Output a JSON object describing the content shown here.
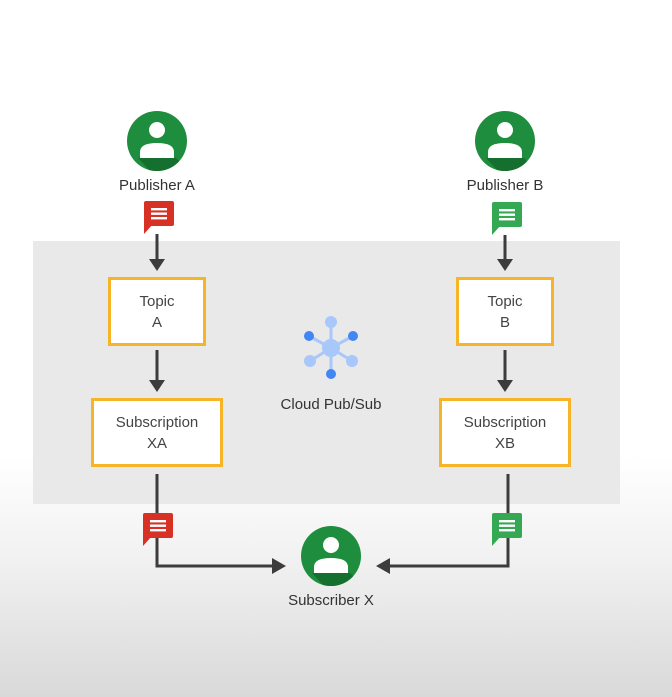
{
  "publishers": [
    {
      "label": "Publisher A"
    },
    {
      "label": "Publisher B"
    }
  ],
  "topics": [
    {
      "line1": "Topic",
      "line2": "A"
    },
    {
      "line1": "Topic",
      "line2": "B"
    }
  ],
  "subscriptions": [
    {
      "line1": "Subscription",
      "line2": "XA"
    },
    {
      "line1": "Subscription",
      "line2": "XB"
    }
  ],
  "service": {
    "label": "Cloud Pub/Sub",
    "icon": "pubsub-icon"
  },
  "subscriber": {
    "label": "Subscriber X"
  },
  "icons": {
    "person": "person-icon",
    "message": "message-icon"
  },
  "colors": {
    "person_green": "#1e8e3e",
    "message_red": "#d93025",
    "message_green": "#34a853",
    "box_border": "#f6b426",
    "arrow": "#3c3c3c",
    "pubsub_blue": "#4285f4",
    "pubsub_light": "#a8c7fa"
  }
}
